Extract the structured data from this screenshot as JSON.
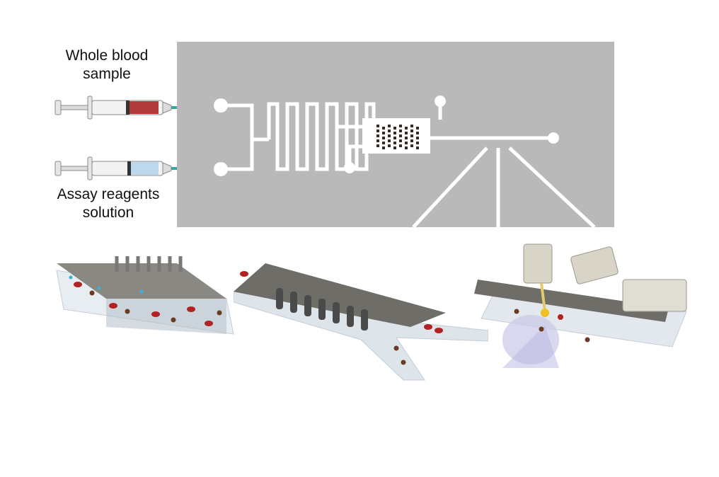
{
  "labels": {
    "blood_line1": "Whole blood",
    "blood_line2": "sample",
    "reagent_line1": "Assay reagents",
    "reagent_line2": "solution"
  },
  "colors": {
    "chip_background": "#b9b9b9",
    "channel": "#ffffff",
    "blood": "#b23a3a",
    "reagent": "#bcd8ee",
    "needle": "#3aa79a",
    "chip_lid": "#6f6d68"
  },
  "icons": [
    "syringe-icon",
    "microfluidic-chip-icon",
    "mixing-channel-icon",
    "separation-channel-icon",
    "optical-detection-icon"
  ]
}
